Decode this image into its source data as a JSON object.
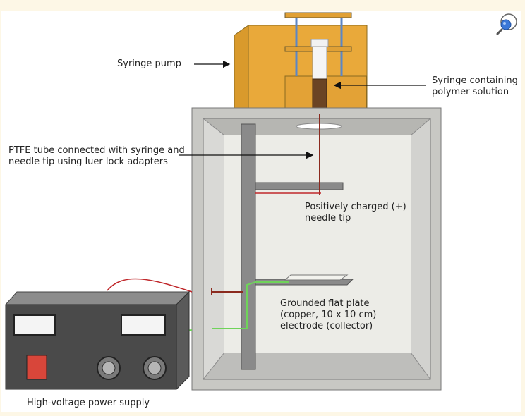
{
  "diagram": {
    "labels": {
      "syringe_pump": "Syringe pump",
      "syringe_line1": "Syringe containing",
      "syringe_line2": "polymer solution",
      "ptfe_line1": "PTFE tube connected with syringe and",
      "ptfe_line2": "needle tip using luer lock adapters",
      "needle_line1": "Positively charged (+)",
      "needle_line2": "needle tip",
      "plate_line1": "Grounded flat plate",
      "plate_line2": "(copper, 10 x 10 cm)",
      "plate_line3": "electrode (collector)",
      "power_supply": "High-voltage power supply"
    },
    "colors": {
      "pump": "#e9a93a",
      "chamber": "#c8c8c4",
      "stand": "#8a8a8a",
      "power_supply": "#4a4a4a",
      "positive_wire": "#c0282b",
      "ground_wire": "#6fd35a"
    }
  },
  "toolbar": {
    "zoom_icon": "magnifier-icon"
  }
}
